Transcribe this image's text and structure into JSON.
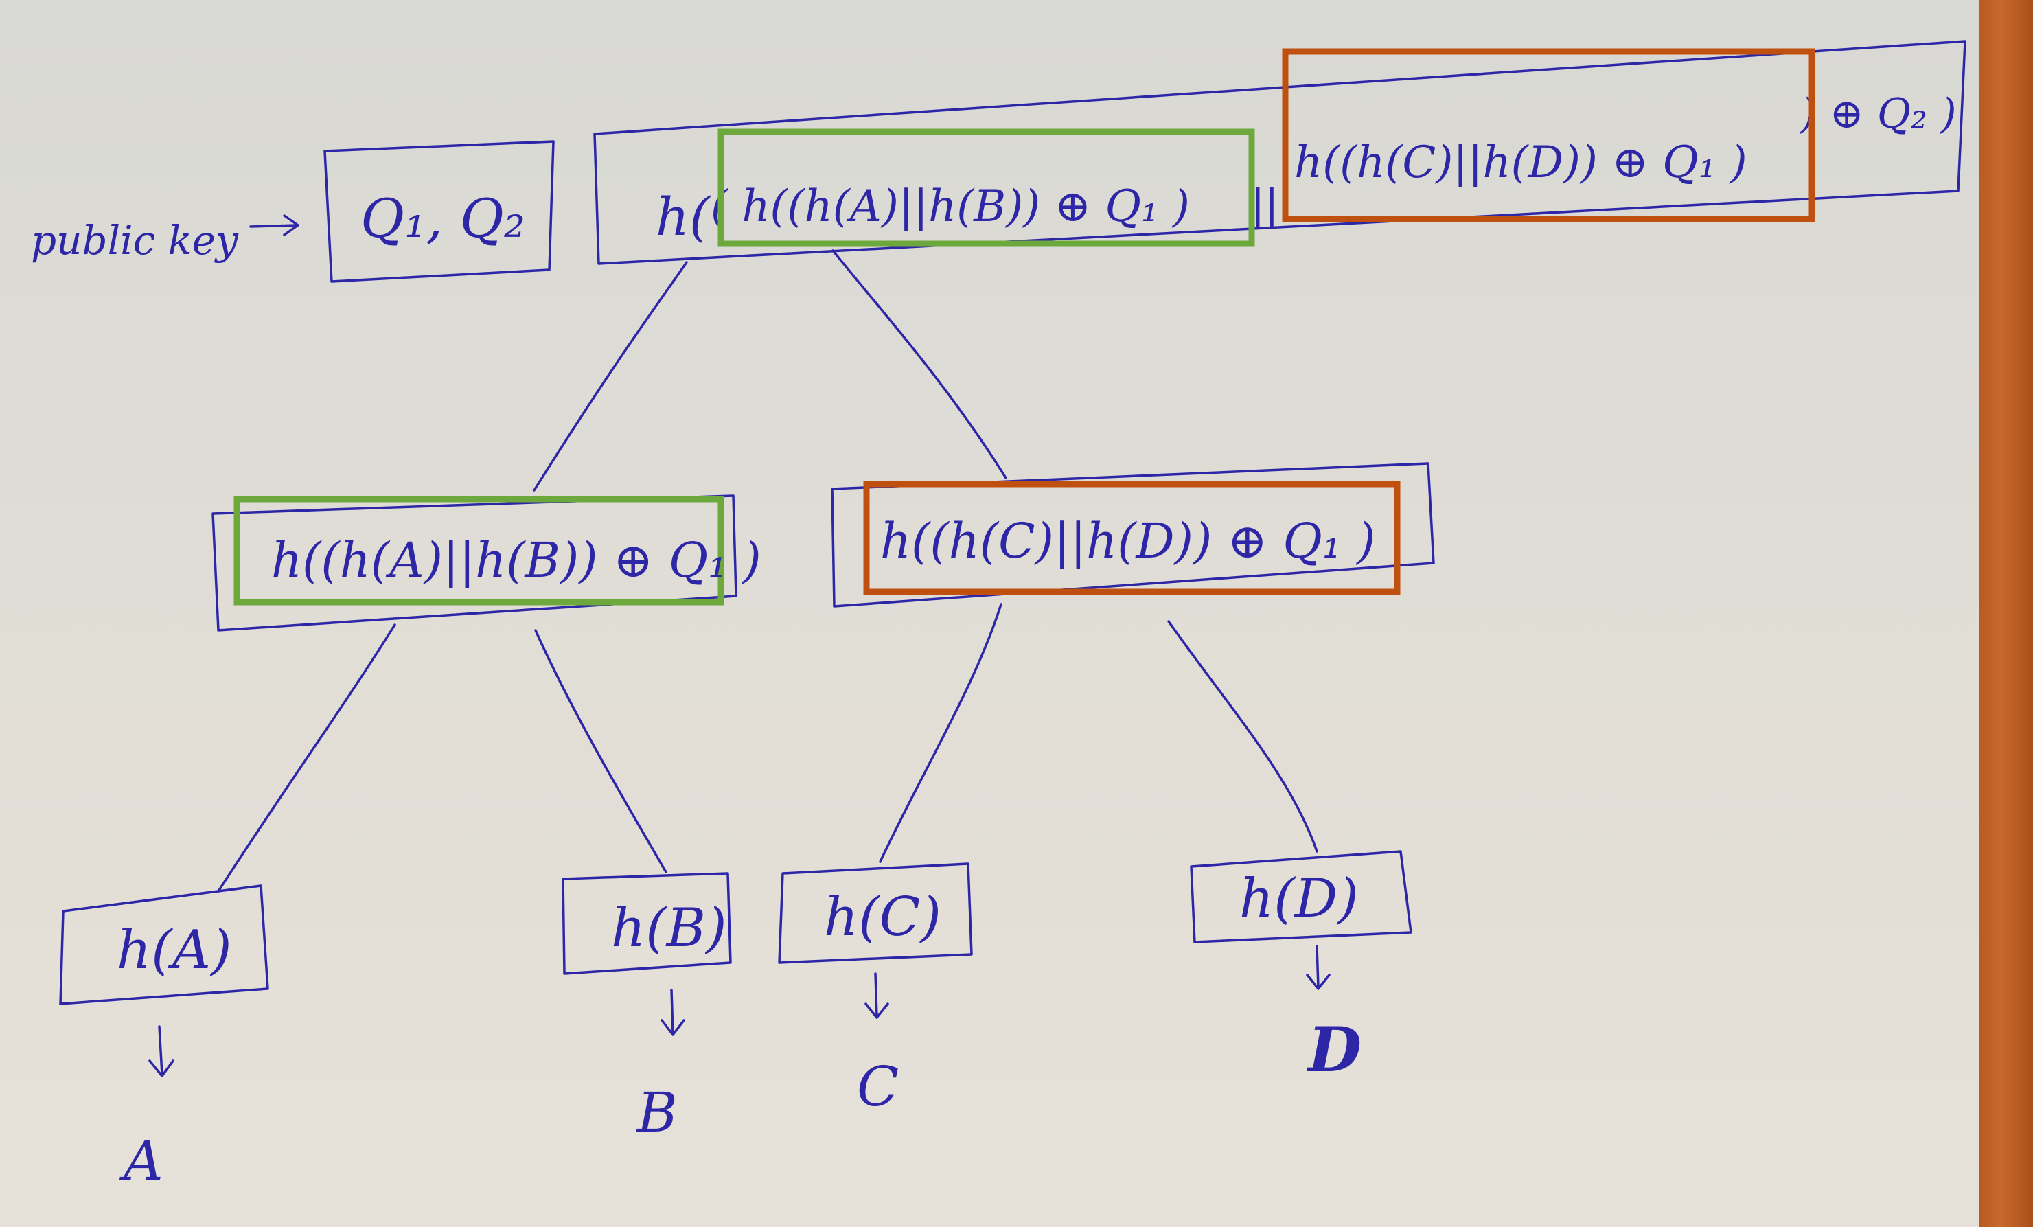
{
  "labels": {
    "public_key": "public key",
    "key_values": "Q₁, Q₂",
    "root_prefix": "h(",
    "root_left": "( h((h(A)||h(B)) ⊕ Q₁ )",
    "root_concat": "||",
    "root_right": "h((h(C)||h(D)) ⊕ Q₁ )",
    "root_suffix": ") ⊕ Q₂ )",
    "mid_left": "h((h(A)||h(B)) ⊕ Q₁ )",
    "mid_right": "h((h(C)||h(D)) ⊕ Q₁ )",
    "leaf_a": "h(A)",
    "leaf_b": "h(B)",
    "leaf_c": "h(C)",
    "leaf_d": "h(D)",
    "input_a": "A",
    "input_b": "B",
    "input_c": "C",
    "input_d": "D"
  },
  "colors": {
    "ink": "#2d27a8",
    "highlight_left": "#6da83d",
    "highlight_right": "#c0500f"
  }
}
